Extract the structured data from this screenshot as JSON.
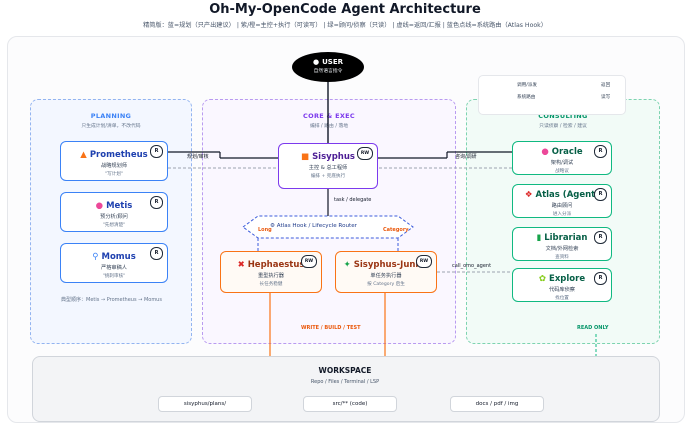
{
  "title": "Oh-My-OpenCode Agent Architecture",
  "subtitle": "精简版：蓝=规划（只产出建议） | 紫/橙=主控+执行（可读写） | 绿=顾问/侦察（只读） | 虚线=返回/汇报 | 蓝色点线=系统路由（Atlas Hook）",
  "user": {
    "icon": "user-icon",
    "label": "USER",
    "sub": "自然语言指令"
  },
  "legend": {
    "items": [
      "调用/派发",
      "返回",
      "系统路由",
      "读写"
    ]
  },
  "planning": {
    "title": "PLANNING",
    "subtitle": "只生成计划/清单，不改代码",
    "footer": "典型顺序：Metis → Prometheus → Momus",
    "cards": [
      {
        "icon": "flame-icon",
        "name": "Prometheus",
        "desc": "战略规划师",
        "quote": "\"写计划\"",
        "badge": "R"
      },
      {
        "icon": "brain-icon",
        "name": "Metis",
        "desc": "预分析/顾问",
        "quote": "\"先想清楚\"",
        "badge": "R"
      },
      {
        "icon": "magnifier-icon",
        "name": "Momus",
        "desc": "严格审稿人",
        "quote": "\"挑刺审核\"",
        "badge": "R"
      }
    ]
  },
  "core": {
    "title": "CORE & EXEC",
    "subtitle": "编排 / 路由 / 落地",
    "footer": "WRITE / BUILD / TEST",
    "sisyphus": {
      "icon": "orchestrator-icon",
      "name": "Sisyphus",
      "desc": "主控 & 总工程师",
      "quote": "编排 + 兜底执行",
      "badge": "RW"
    },
    "task_label": "task / delegate",
    "router": {
      "label": "⚙ Atlas Hook / Lifecycle Router",
      "left_tag": "Long",
      "right_tag": "Category"
    },
    "hephaestus": {
      "icon": "hammer-icon",
      "name": "Hephaestus",
      "desc": "重型执行器",
      "quote": "长任务稳健",
      "badge": "RW"
    },
    "junior": {
      "icon": "sparkle-icon",
      "name": "Sisyphus-Junior",
      "desc": "单任务执行器",
      "quote": "按 Category 启生",
      "badge": "RW"
    }
  },
  "consulting": {
    "title": "CONSULTING",
    "subtitle": "只读侦察 / 检索 / 建议",
    "footer": "READ ONLY",
    "cards": [
      {
        "icon": "brain-icon",
        "name": "Oracle",
        "desc": "架构/调试",
        "quote": "战略议",
        "badge": "R"
      },
      {
        "icon": "compass-icon",
        "name": "Atlas (Agent)",
        "desc": "路由顾问",
        "quote": "进入分派",
        "badge": "R"
      },
      {
        "icon": "book-icon",
        "name": "Librarian",
        "desc": "文档/外网检索",
        "quote": "查资料",
        "badge": "R"
      },
      {
        "icon": "leaf-icon",
        "name": "Explore",
        "desc": "代码库侦察",
        "quote": "找位置",
        "badge": "R"
      }
    ]
  },
  "edges": {
    "plan": "规划/审核",
    "consult": "咨询/调研",
    "call_explore": "call_omo_agent"
  },
  "workspace": {
    "title": "WORKSPACE",
    "subtitle": "Repo / Files / Terminal / LSP",
    "chips": [
      "sisyphus/plans/",
      "src/** (code)",
      "docs / pdf / img"
    ]
  },
  "colors": {
    "planning": "#3b82f6",
    "core": "#8b5cf6",
    "exec": "#f97316",
    "consulting": "#10b981",
    "router": "#3b5bdb"
  }
}
